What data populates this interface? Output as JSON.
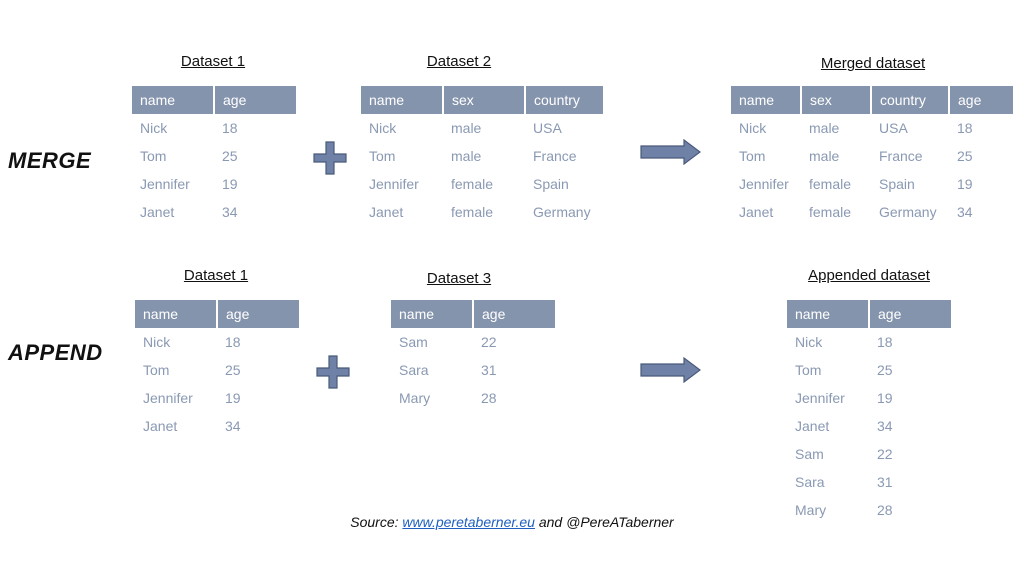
{
  "merge": {
    "label": "MERGE",
    "dataset1": {
      "title": "Dataset 1",
      "columns": [
        "name",
        "age"
      ],
      "rows": [
        [
          "Nick",
          "18"
        ],
        [
          "Tom",
          "25"
        ],
        [
          "Jennifer",
          "19"
        ],
        [
          "Janet",
          "34"
        ]
      ]
    },
    "dataset2": {
      "title": "Dataset 2",
      "columns": [
        "name",
        "sex",
        "country"
      ],
      "rows": [
        [
          "Nick",
          "male",
          "USA"
        ],
        [
          "Tom",
          "male",
          "France"
        ],
        [
          "Jennifer",
          "female",
          "Spain"
        ],
        [
          "Janet",
          "female",
          "Germany"
        ]
      ]
    },
    "result": {
      "title": "Merged dataset",
      "columns": [
        "name",
        "sex",
        "country",
        "age"
      ],
      "rows": [
        [
          "Nick",
          "male",
          "USA",
          "18"
        ],
        [
          "Tom",
          "male",
          "France",
          "25"
        ],
        [
          "Jennifer",
          "female",
          "Spain",
          "19"
        ],
        [
          "Janet",
          "female",
          "Germany",
          "34"
        ]
      ]
    }
  },
  "append": {
    "label": "APPEND",
    "dataset1": {
      "title": "Dataset 1",
      "columns": [
        "name",
        "age"
      ],
      "rows": [
        [
          "Nick",
          "18"
        ],
        [
          "Tom",
          "25"
        ],
        [
          "Jennifer",
          "19"
        ],
        [
          "Janet",
          "34"
        ]
      ]
    },
    "dataset3": {
      "title": "Dataset 3",
      "columns": [
        "name",
        "age"
      ],
      "rows": [
        [
          "Sam",
          "22"
        ],
        [
          "Sara",
          "31"
        ],
        [
          "Mary",
          "28"
        ]
      ]
    },
    "result": {
      "title": "Appended dataset",
      "columns": [
        "name",
        "age"
      ],
      "rows": [
        [
          "Nick",
          "18"
        ],
        [
          "Tom",
          "25"
        ],
        [
          "Jennifer",
          "19"
        ],
        [
          "Janet",
          "34"
        ],
        [
          "Sam",
          "22"
        ],
        [
          "Sara",
          "31"
        ],
        [
          "Mary",
          "28"
        ]
      ]
    }
  },
  "source": {
    "prefix": "Source: ",
    "link": "www.peretaberner.eu",
    "suffix": " and @PereATaberner"
  },
  "colors": {
    "header_bg": "#8594ad",
    "cell_text": "#8a99b3",
    "icon_fill": "#6f81a6",
    "icon_stroke": "#4a5a7a"
  },
  "icons": {
    "plus": "plus-icon",
    "arrow": "right-arrow-icon"
  }
}
